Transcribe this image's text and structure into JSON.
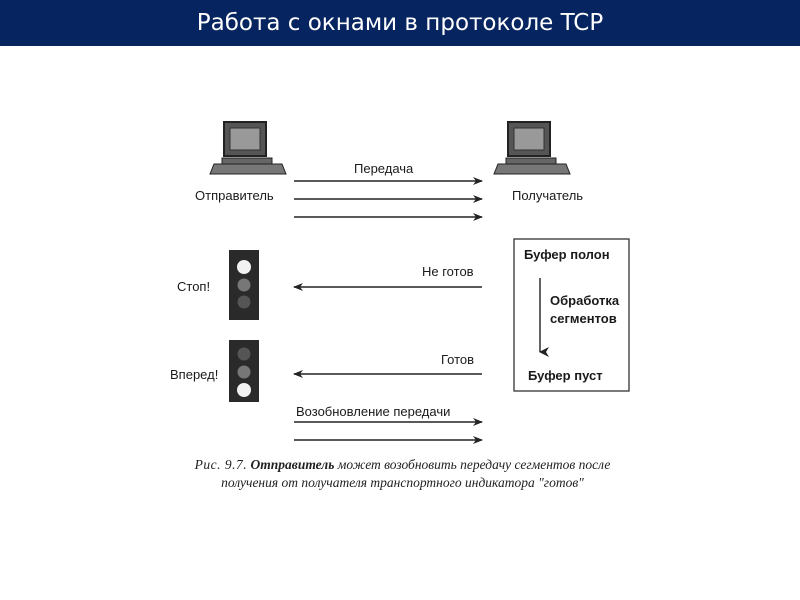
{
  "slide": {
    "title": "Работа с окнами в протоколе TCP"
  },
  "diagram": {
    "sender_label": "Отправитель",
    "receiver_label": "Получатель",
    "transfer_label": "Передача",
    "not_ready_label": "Не готов",
    "ready_label": "Готов",
    "resume_label": "Возобновление передачи",
    "stop_label": "Стоп!",
    "go_label": "Вперед!",
    "buffer_full_label": "Буфер полон",
    "processing_line1": "Обработка",
    "processing_line2": "сегментов",
    "buffer_empty_label": "Буфер пуст"
  },
  "caption": {
    "figure_ref": "Рис.  9.7.",
    "bold_word": "Отправитель",
    "line1_rest": " может  возобновить  передачу  сегментов  после",
    "line2": "получения  от  получателя  транспортного  индикатора  \"готов\""
  }
}
